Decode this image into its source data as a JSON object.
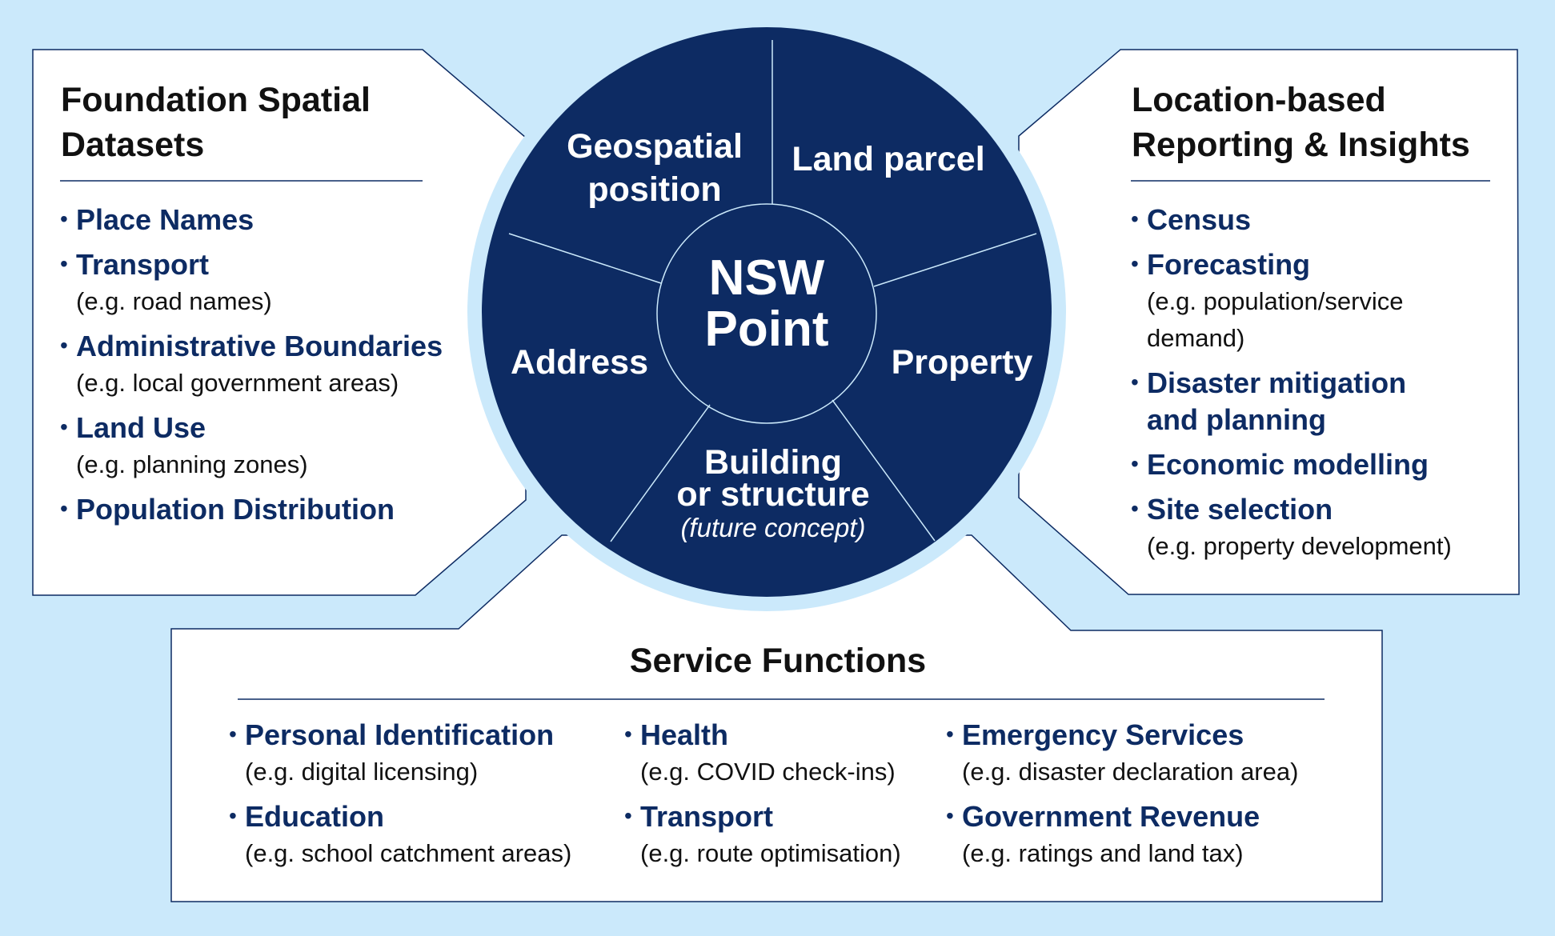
{
  "colors": {
    "background": "#cbe9fb",
    "circle_fill": "#0d2b63",
    "circle_ring": "#cbe9fb",
    "panel_fill": "#ffffff",
    "item_text": "#0d2b63",
    "note_text": "#111111",
    "heading_text": "#111111"
  },
  "hub": {
    "title_lines": [
      "NSW",
      "Point"
    ],
    "segments": [
      {
        "lines": [
          "Geospatial",
          "position"
        ]
      },
      {
        "lines": [
          "Land parcel"
        ]
      },
      {
        "lines": [
          "Property"
        ]
      },
      {
        "lines": [
          "Building",
          "or structure"
        ],
        "note": "(future concept)"
      },
      {
        "lines": [
          "Address"
        ]
      }
    ]
  },
  "foundation": {
    "title_lines": [
      "Foundation Spatial",
      "Datasets"
    ],
    "items": [
      {
        "label": "Place Names"
      },
      {
        "label": "Transport",
        "note": "(e.g. road names)"
      },
      {
        "label": "Administrative Boundaries",
        "note": "(e.g. local government areas)"
      },
      {
        "label": "Land Use",
        "note": "(e.g. planning zones)"
      },
      {
        "label": "Population Distribution"
      }
    ]
  },
  "reporting": {
    "title_lines": [
      "Location-based",
      "Reporting & Insights"
    ],
    "items": [
      {
        "label": "Census"
      },
      {
        "label": "Forecasting",
        "note_lines": [
          "(e.g. population/service",
          "demand)"
        ]
      },
      {
        "label_lines": [
          "Disaster mitigation",
          "and planning"
        ]
      },
      {
        "label": "Economic modelling"
      },
      {
        "label": "Site selection",
        "note": "(e.g. property development)"
      }
    ]
  },
  "services": {
    "title": "Service Functions",
    "columns": [
      [
        {
          "label": "Personal Identification",
          "note": "(e.g. digital licensing)"
        },
        {
          "label": "Education",
          "note": "(e.g. school catchment areas)"
        }
      ],
      [
        {
          "label": "Health",
          "note": "(e.g. COVID check-ins)"
        },
        {
          "label": "Transport",
          "note": "(e.g. route optimisation)"
        }
      ],
      [
        {
          "label": "Emergency Services",
          "note": "(e.g. disaster declaration area)"
        },
        {
          "label": "Government Revenue",
          "note": "(e.g. ratings and land tax)"
        }
      ]
    ]
  }
}
